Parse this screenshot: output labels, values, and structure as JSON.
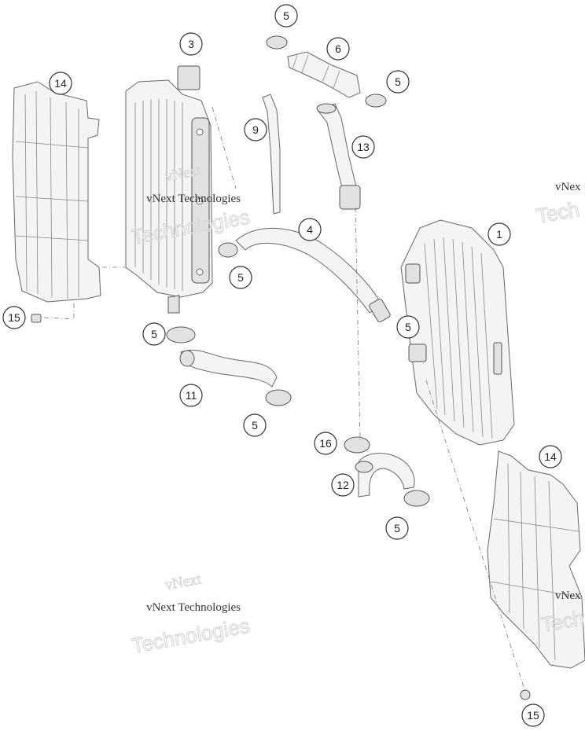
{
  "callouts": {
    "c1": "1",
    "c3": "3",
    "c4": "4",
    "c5a": "5",
    "c5b": "5",
    "c5c": "5",
    "c5d": "5",
    "c5e": "5",
    "c5f": "5",
    "c5g": "5",
    "c6": "6",
    "c9": "9",
    "c11": "11",
    "c12": "12",
    "c13": "13",
    "c14a": "14",
    "c14b": "14",
    "c15a": "15",
    "c15b": "15",
    "c16": "16"
  },
  "watermark": {
    "line_a": "vNext Technologies",
    "line_b": "Technologies",
    "line_c": "vNext",
    "edge": "vNex",
    "edge_b": "Tech"
  }
}
